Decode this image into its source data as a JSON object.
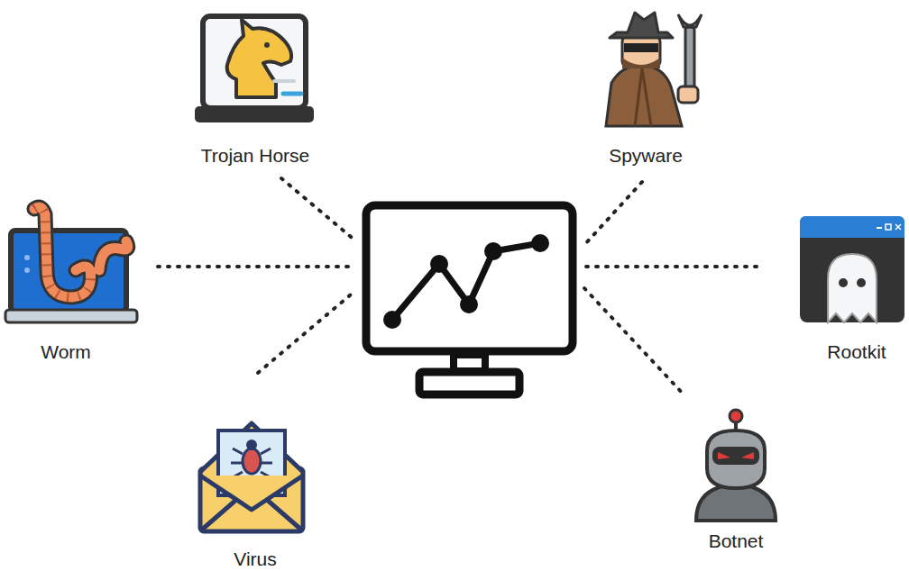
{
  "diagram": {
    "nodes": [
      {
        "text": [
          "Trojan Horse"
        ]
      },
      {
        "text": [
          "Spyware"
        ]
      },
      {
        "text": [
          "Worm"
        ]
      },
      {
        "text": [
          "Rootkit"
        ]
      },
      {
        "text": [
          "Virus"
        ]
      },
      {
        "text": [
          "Botnet"
        ]
      }
    ]
  }
}
